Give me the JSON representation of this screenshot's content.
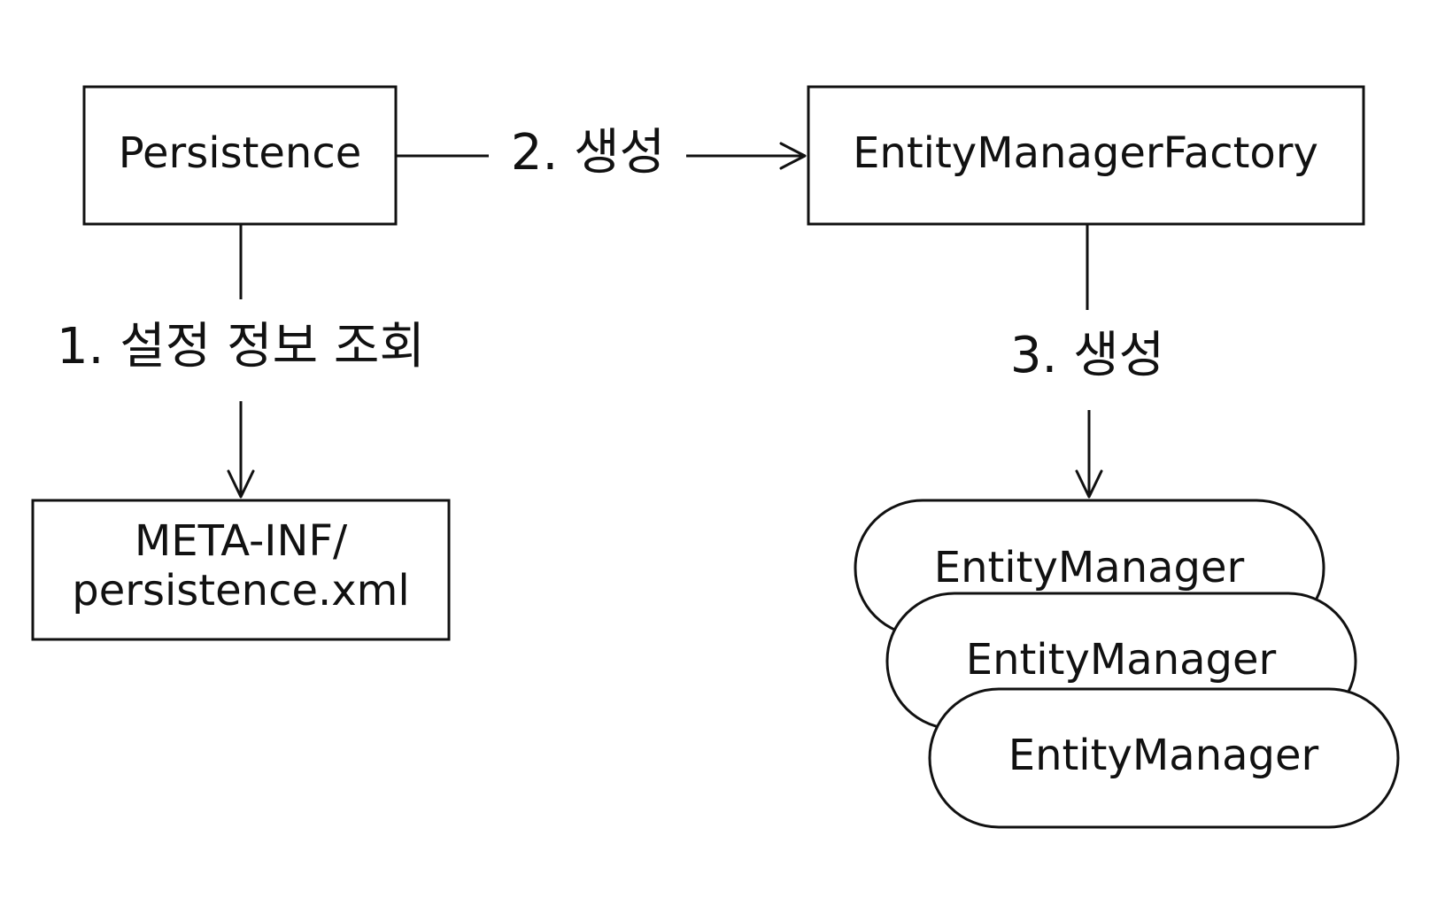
{
  "nodes": {
    "persistence": "Persistence",
    "emf": "EntityManagerFactory",
    "meta_line1": "META-INF/",
    "meta_line2": "persistence.xml",
    "em_1": "EntityManager",
    "em_2": "EntityManager",
    "em_3": "EntityManager"
  },
  "edges": {
    "create_emf": "2. 생성",
    "read_config": "1. 설정 정보 조회",
    "create_em": "3. 생성"
  }
}
